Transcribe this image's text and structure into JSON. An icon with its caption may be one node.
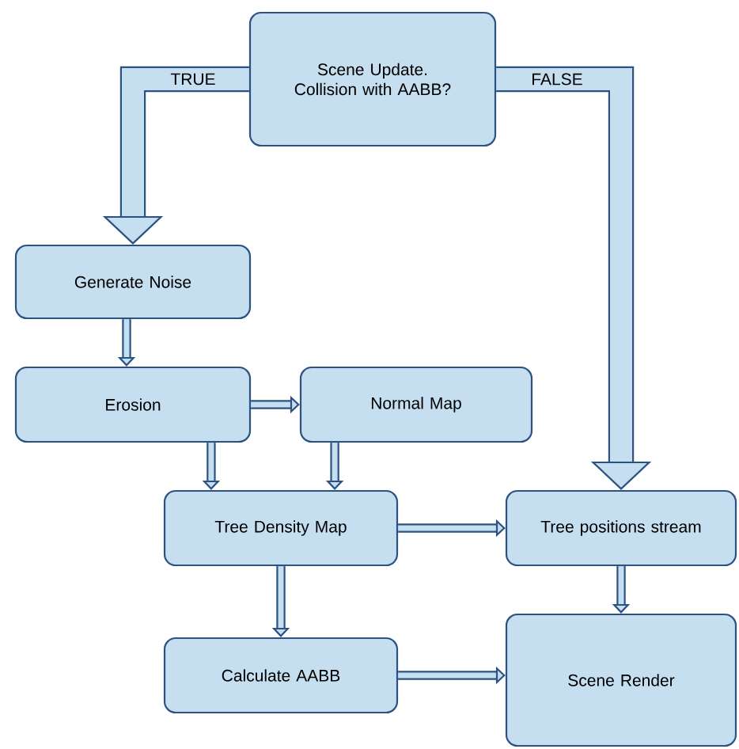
{
  "diagram": {
    "nodes": [
      {
        "text": [
          "Scene Update. Collision with AABB?"
        ]
      },
      {
        "text": [
          "Generate Noise"
        ]
      },
      {
        "text": [
          "Erosion"
        ]
      },
      {
        "text": [
          "Normal Map"
        ]
      },
      {
        "text": [
          "Tree Density Map"
        ]
      },
      {
        "text": [
          "Tree positions stream"
        ]
      },
      {
        "text": [
          "Calculate AABB"
        ]
      },
      {
        "text": [
          "Scene Render"
        ]
      }
    ],
    "edges": [
      {
        "from": 0,
        "to": 1,
        "arrow": "to",
        "label": "TRUE",
        "style": "thick"
      },
      {
        "from": 0,
        "to": 5,
        "arrow": "to",
        "label": "FALSE",
        "style": "thick"
      },
      {
        "from": 1,
        "to": 2,
        "arrow": "to"
      },
      {
        "from": 2,
        "to": 3,
        "arrow": "to"
      },
      {
        "from": 2,
        "to": 4,
        "arrow": "to"
      },
      {
        "from": 3,
        "to": 4,
        "arrow": "to"
      },
      {
        "from": 4,
        "to": 5,
        "arrow": "to"
      },
      {
        "from": 4,
        "to": 6,
        "arrow": "to"
      },
      {
        "from": 5,
        "to": 7,
        "arrow": "to"
      },
      {
        "from": 6,
        "to": 7,
        "arrow": "to"
      }
    ]
  }
}
